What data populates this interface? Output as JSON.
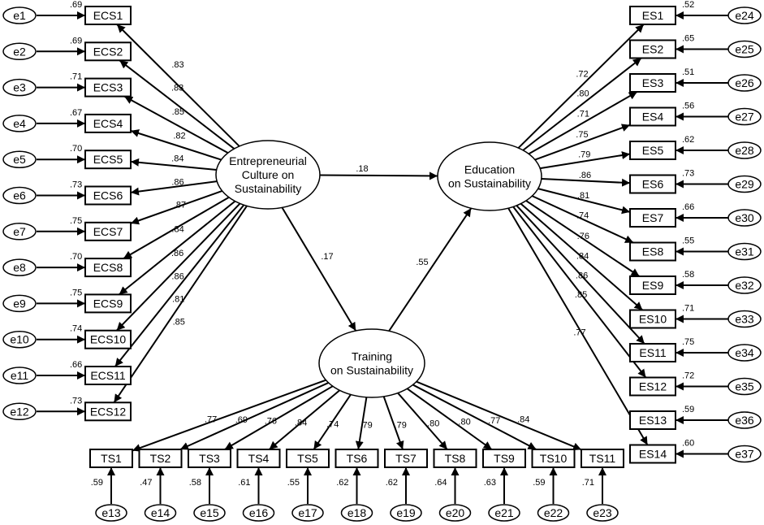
{
  "latents": {
    "ecs": [
      "Entrepreneurial",
      "Culture on",
      "Sustainability"
    ],
    "es": [
      "Education",
      "on Sustainability"
    ],
    "ts": [
      "Training",
      "on Sustainability"
    ]
  },
  "paths": {
    "ecs_es": ".18",
    "ecs_ts": ".17",
    "ts_es": ".55"
  },
  "ecs_items": [
    {
      "label": "ECS1",
      "error": "e1",
      "r2": ".69",
      "loading": ".83"
    },
    {
      "label": "ECS2",
      "error": "e2",
      "r2": ".69",
      "loading": ".83"
    },
    {
      "label": "ECS3",
      "error": "e3",
      "r2": ".71",
      "loading": ".85"
    },
    {
      "label": "ECS4",
      "error": "e4",
      "r2": ".67",
      "loading": ".82"
    },
    {
      "label": "ECS5",
      "error": "e5",
      "r2": ".70",
      "loading": ".84"
    },
    {
      "label": "ECS6",
      "error": "e6",
      "r2": ".73",
      "loading": ".86"
    },
    {
      "label": "ECS7",
      "error": "e7",
      "r2": ".75",
      "loading": ".87"
    },
    {
      "label": "ECS8",
      "error": "e8",
      "r2": ".70",
      "loading": ".84"
    },
    {
      "label": "ECS9",
      "error": "e9",
      "r2": ".75",
      "loading": ".86"
    },
    {
      "label": "ECS10",
      "error": "e10",
      "r2": ".74",
      "loading": ".86"
    },
    {
      "label": "ECS11",
      "error": "e11",
      "r2": ".66",
      "loading": ".81"
    },
    {
      "label": "ECS12",
      "error": "e12",
      "r2": ".73",
      "loading": ".85"
    }
  ],
  "es_items": [
    {
      "label": "ES1",
      "error": "e24",
      "r2": ".52",
      "loading": ".72"
    },
    {
      "label": "ES2",
      "error": "e25",
      "r2": ".65",
      "loading": ".80"
    },
    {
      "label": "ES3",
      "error": "e26",
      "r2": ".51",
      "loading": ".71"
    },
    {
      "label": "ES4",
      "error": "e27",
      "r2": ".56",
      "loading": ".75"
    },
    {
      "label": "ES5",
      "error": "e28",
      "r2": ".62",
      "loading": ".79"
    },
    {
      "label": "ES6",
      "error": "e29",
      "r2": ".73",
      "loading": ".86"
    },
    {
      "label": "ES7",
      "error": "e30",
      "r2": ".66",
      "loading": ".81"
    },
    {
      "label": "ES8",
      "error": "e31",
      "r2": ".55",
      "loading": ".74"
    },
    {
      "label": "ES9",
      "error": "e32",
      "r2": ".58",
      "loading": ".76"
    },
    {
      "label": "ES10",
      "error": "e33",
      "r2": ".71",
      "loading": ".84"
    },
    {
      "label": "ES11",
      "error": "e34",
      "r2": ".75",
      "loading": ".86"
    },
    {
      "label": "ES12",
      "error": "e35",
      "r2": ".72",
      "loading": ".85"
    },
    {
      "label": "ES13",
      "error": "e36",
      "r2": ".59",
      "loading": ""
    },
    {
      "label": "ES14",
      "error": "e37",
      "r2": ".60",
      "loading": ".77"
    }
  ],
  "ts_items": [
    {
      "label": "TS1",
      "error": "e13",
      "r2": ".59",
      "loading": ".77"
    },
    {
      "label": "TS2",
      "error": "e14",
      "r2": ".47",
      "loading": ".69"
    },
    {
      "label": "TS3",
      "error": "e15",
      "r2": ".58",
      "loading": ".76"
    },
    {
      "label": "TS4",
      "error": "e16",
      "r2": ".61",
      "loading": ".84"
    },
    {
      "label": "TS5",
      "error": "e17",
      "r2": ".55",
      "loading": ".74"
    },
    {
      "label": "TS6",
      "error": "e18",
      "r2": ".62",
      "loading": ".79"
    },
    {
      "label": "TS7",
      "error": "e19",
      "r2": ".62",
      "loading": ".79"
    },
    {
      "label": "TS8",
      "error": "e20",
      "r2": ".64",
      "loading": ".80"
    },
    {
      "label": "TS9",
      "error": "e21",
      "r2": ".63",
      "loading": ".80"
    },
    {
      "label": "TS10",
      "error": "e22",
      "r2": ".59",
      "loading": ".77"
    },
    {
      "label": "TS11",
      "error": "e23",
      "r2": ".71",
      "loading": ".84"
    }
  ]
}
